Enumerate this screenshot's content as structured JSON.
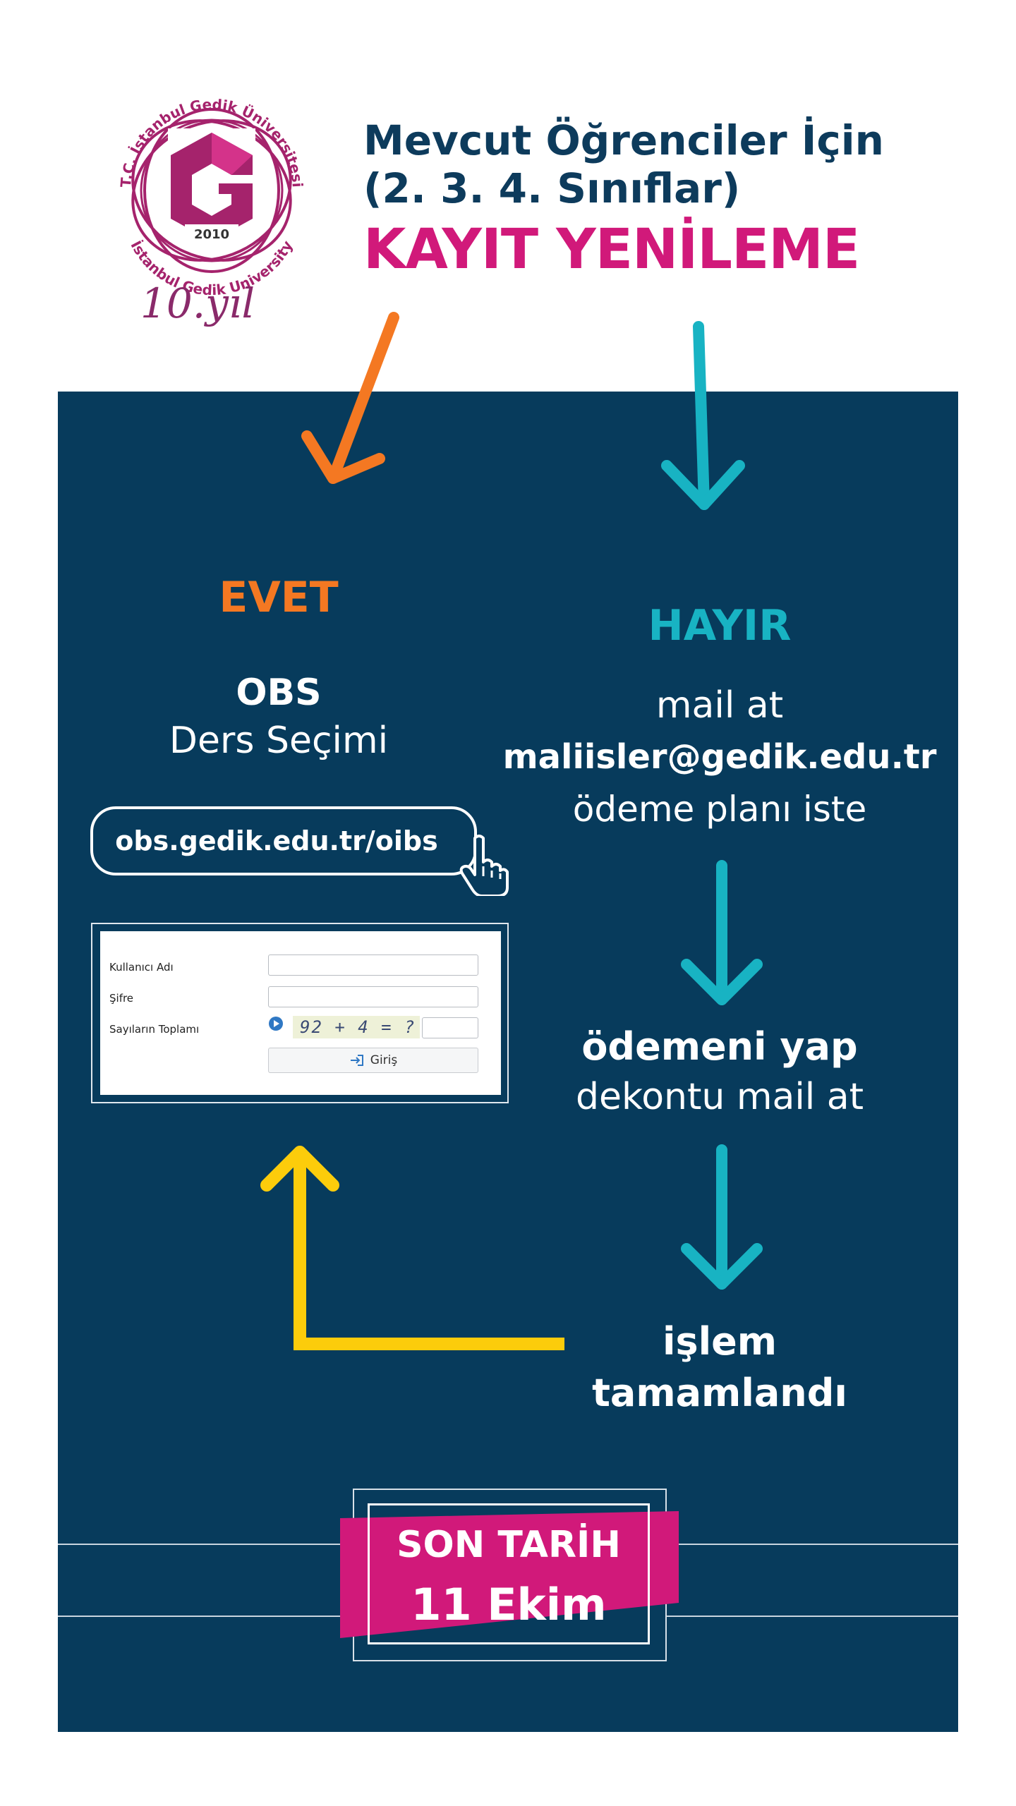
{
  "header": {
    "logo": {
      "ring_text_top": "T.C. İstanbul Gedik Üniversitesi",
      "ring_text_bottom": "İstanbul Gedik University",
      "year": "2010",
      "anniversary": "10.yıl"
    },
    "title_line1": "Mevcut Öğrenciler İçin",
    "title_line2": "(2. 3. 4. Sınıflar)",
    "title_main": "KAYIT YENİLEME"
  },
  "colors": {
    "navy": "#073b5c",
    "magenta": "#d1197a",
    "orange": "#f47822",
    "teal": "#18b3c3",
    "yellow": "#fccc0b"
  },
  "left_branch": {
    "label": "EVET",
    "line1": "OBS",
    "line2": "Ders Seçimi",
    "url": "obs.gedik.edu.tr/oibs",
    "pointer_icon": "hand-pointer-icon",
    "login_form": {
      "username_label": "Kullanıcı Adı",
      "password_label": "Şifre",
      "sum_label": "Sayıların Toplamı",
      "captcha_text": "92 + 4 = ?",
      "submit_label": "Giriş"
    }
  },
  "right_branch": {
    "label": "HAYIR",
    "line1": "mail at",
    "email": "maliisler@gedik.edu.tr",
    "line3": "ödeme planı iste",
    "step2_line1": "ödemeni yap",
    "step2_line2": "dekontu mail at",
    "step3_line1": "işlem",
    "step3_line2": "tamamlandı"
  },
  "deadline": {
    "label": "SON TARİH",
    "date": "11 Ekim"
  }
}
